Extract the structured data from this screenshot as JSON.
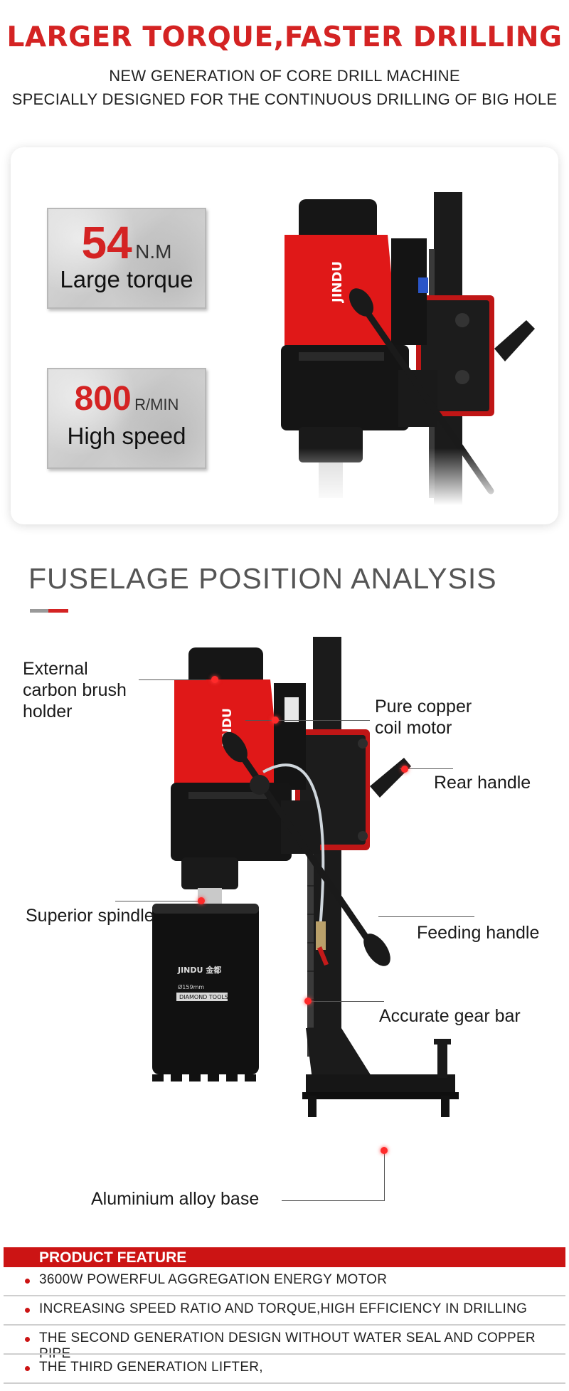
{
  "header": {
    "title": "LARGER TORQUE,FASTER DRILLING",
    "subtitle_line1": "NEW GENERATION OF CORE DRILL MACHINE",
    "subtitle_line2": "SPECIALLY DESIGNED FOR THE CONTINUOUS DRILLING OF BIG HOLE"
  },
  "specs": [
    {
      "value": "54",
      "unit": "N.M",
      "caption": "Large torque"
    },
    {
      "value": "800",
      "unit": "R/MIN",
      "caption": "High speed"
    }
  ],
  "product": {
    "brand_label": "JINDU",
    "brand_cn": "金都",
    "bit_size": "Ø159mm",
    "bit_label": "DIAMOND TOOLS"
  },
  "analysis": {
    "title": "FUSELAGE POSITION ANALYSIS",
    "labels": {
      "brush_line1": "External",
      "brush_line2": "carbon brush",
      "brush_line3": "holder",
      "motor_line1": "Pure copper",
      "motor_line2": "coil motor",
      "rear_handle": "Rear handle",
      "spindle": "Superior spindle",
      "feeding_handle": "Feeding handle",
      "gear_bar": "Accurate gear bar",
      "base": "Aluminium alloy base"
    }
  },
  "features": {
    "heading": "PRODUCT FEATURE",
    "items": [
      "3600W POWERFUL AGGREGATION ENERGY MOTOR",
      "INCREASING SPEED RATIO AND TORQUE,HIGH EFFICIENCY IN DRILLING",
      "THE SECOND GENERATION DESIGN WITHOUT WATER SEAL AND COPPER PIPE",
      "THE THIRD GENERATION LIFTER,"
    ]
  },
  "colors": {
    "accent": "#d42323",
    "drill_red": "#e01818",
    "drill_black": "#141414"
  }
}
